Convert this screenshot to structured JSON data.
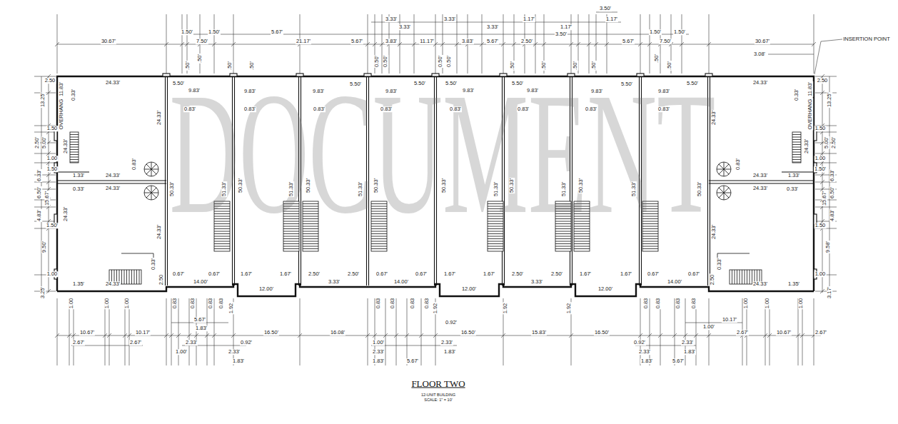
{
  "diagram": {
    "title": "FLOOR TWO",
    "caption": "12-UNIT BUILDING SCALE: 1\" = 10'",
    "labels": [
      "DOCUMENT",
      "3.50'",
      "3.33'",
      "3.33'",
      "1.17'",
      "1.17'",
      "3.33'",
      "3.33'",
      "1.17'",
      "1.50'",
      "1.50'",
      "5.67'",
      "3.50'",
      "1.50'",
      "1.50'",
      "30.67'",
      "7.50'",
      "21.17'",
      "5.67'",
      "3.83'",
      "11.17'",
      "3.83'",
      "5.67'",
      "2.50'",
      "5.67'",
      "7.50'",
      "30.67'",
      "3.08'",
      "INSERTION POINT",
      ".50'",
      ".50'",
      ".50'",
      ".50'",
      "0.50'",
      "0.50'",
      "0.50'",
      "0.50'",
      ".50'",
      ".50'",
      ".50'",
      ".50'",
      ".50'",
      ".50'",
      "2.50",
      "24.33'",
      "5.50'",
      "9.83'",
      "9.83'",
      "9.83'",
      "5.50'",
      "9.83'",
      "5.50'",
      "5.50'",
      "9.83'",
      "5.50'",
      "9.83'",
      "9.83'",
      "5.50'",
      "9.83'",
      "5.50'",
      "24.33'",
      "2.50",
      "0.83'",
      "0.83'",
      "0.83'",
      "0.83'",
      "0.83'",
      "0.83'",
      "0.83'",
      "0.83'",
      "0.33'",
      "13.25'",
      "11.83'",
      "OVERHANG",
      "24.33'",
      "2.50'",
      "5.00'",
      "1.50",
      "1.00",
      "1.50",
      "1.33'",
      "24.33'",
      "0.83'",
      "24.33'",
      "50.33'",
      "24.33'",
      "0.33'",
      "6.33'",
      "6.50'",
      "15.67'",
      "4.83'",
      "24.33'",
      "1.50'",
      "9.50'",
      "24.33'",
      "0.33'",
      "1.00",
      "1.35'",
      "24.33'",
      "3.25'",
      "2.50",
      "0.33'",
      "13.25'",
      "11.83'",
      "OVERHANG",
      "24.33'",
      "1.50",
      "5.00'",
      "2.50'",
      "1.00",
      "1.50'",
      "1.33'",
      "24.33'",
      "0.83'",
      "24.33'",
      "24.33'",
      "0.33'",
      "6.33'",
      "6.50'",
      "15.67'",
      "4.83'",
      "1.50",
      "24.33'",
      "9.58'",
      "0.33'",
      "1.00",
      "1.35'",
      "24.33'",
      "2.50",
      "3.17'",
      "51.33'",
      "50.33'",
      "51.33'",
      "50.33'",
      "51.33'",
      "50.33'",
      "50.33'",
      "51.33'",
      "50.33'",
      "51.33'",
      "50.33'",
      "51.33'",
      "50.33'",
      "0.67'",
      "0.67'",
      "1.67'",
      "1.67'",
      "2.50'",
      "2.50'",
      "0.67'",
      "0.67'",
      "1.67'",
      "1.67'",
      "2.50'",
      "2.50'",
      "1.67'",
      "1.67'",
      "0.67'",
      "0.67'",
      "14.00'",
      "12.00'",
      "3.33'",
      "14.00'",
      "12.00'",
      "3.33'",
      "12.00'",
      "14.00'",
      "1.92",
      "1.92",
      "1.92",
      "1.92",
      "1.00",
      "1.00",
      "1.00",
      "10.67'",
      "10.17'",
      "2.67'",
      "2.67'",
      "0.83",
      "0.83",
      "0.83",
      "0.83",
      "5.67'",
      "1.83'",
      "2.33'",
      "1.00'",
      "0.92'",
      "2.33'",
      "1.83'",
      "16.50'",
      "16.08'",
      "0.83",
      "0.83",
      "0.83",
      "0.83",
      "1.00'",
      "2.33'",
      "1.83'",
      "5.67'",
      "0.92'",
      "16.50'",
      "2.33'",
      "1.83'",
      "15.83'",
      "16.50'",
      "0.92'",
      "2.33'",
      "1.83'",
      "0.83",
      "0.83",
      "0.83",
      "0.83",
      "2.33'",
      "1.83'",
      "5.67'",
      "1.00'",
      "10.17'",
      "2.67'",
      "10.67'",
      "2.67'",
      "1.00",
      "1.00",
      "1.00"
    ]
  }
}
